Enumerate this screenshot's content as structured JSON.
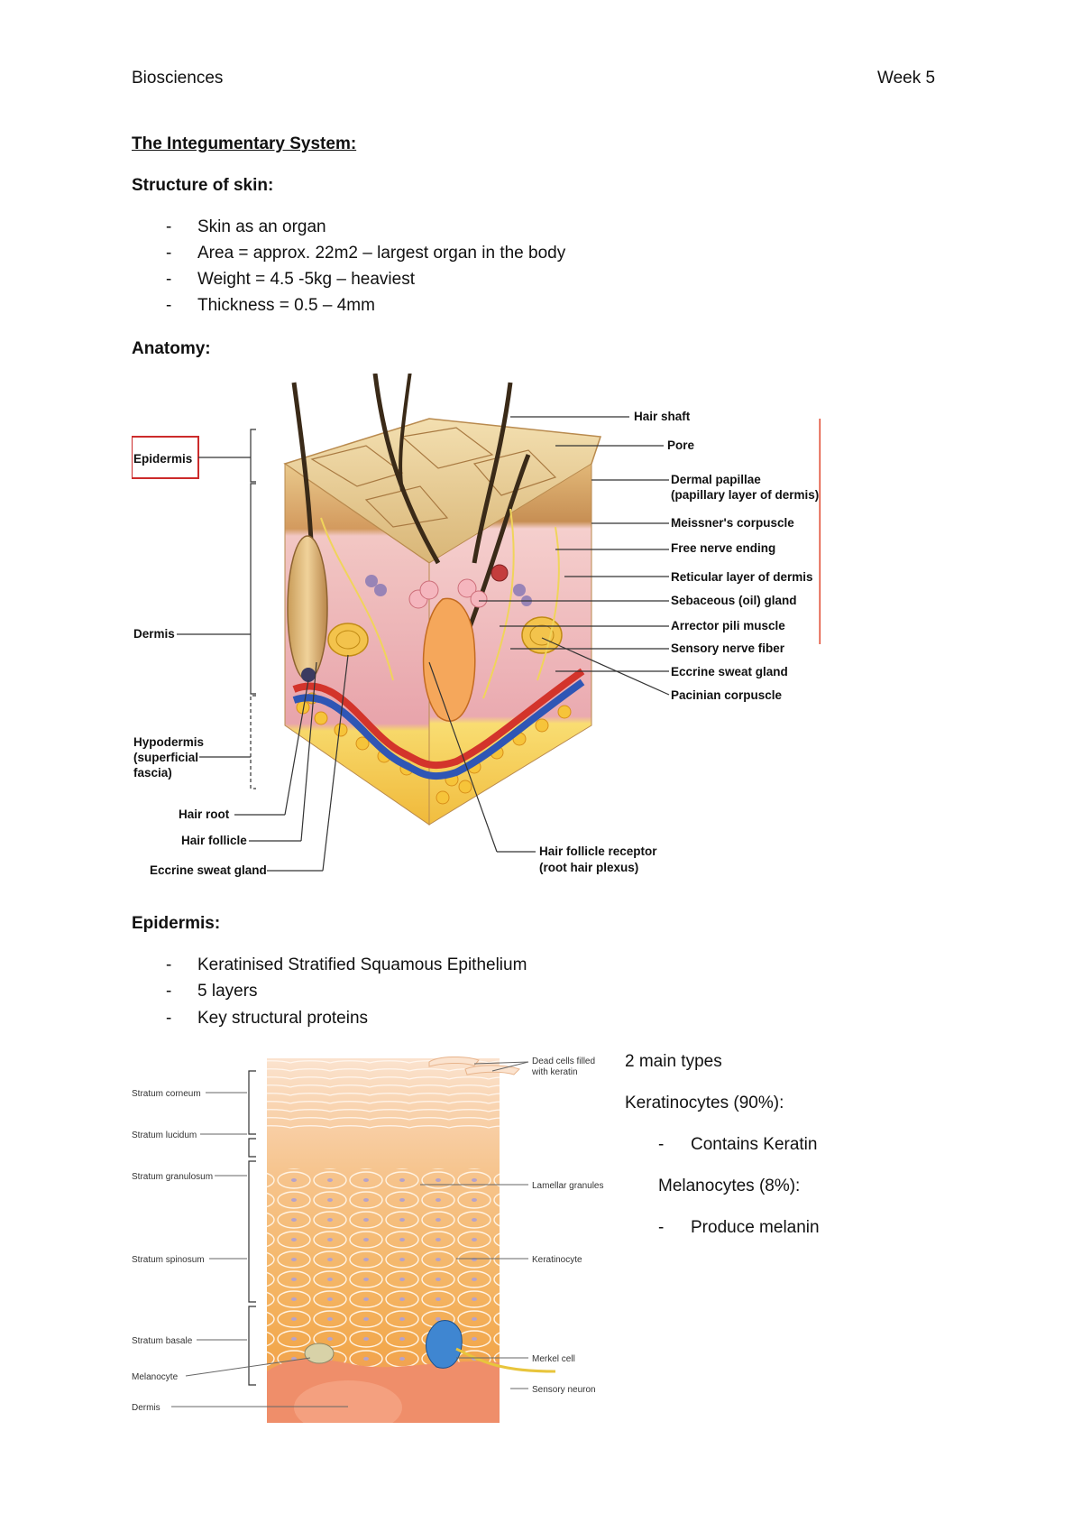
{
  "header": {
    "left": "Biosciences",
    "right": "Week 5"
  },
  "title": "The Integumentary System:",
  "structure": {
    "heading": "Structure of skin:",
    "items": [
      "Skin as an organ",
      "Area = approx. 22m2 – largest organ in the body",
      "Weight = 4.5 -5kg – heaviest",
      "Thickness = 0.5 – 4mm"
    ]
  },
  "anatomy": {
    "heading": "Anatomy:",
    "left_labels": {
      "epidermis": "Epidermis",
      "dermis": "Dermis",
      "hypodermis_1": "Hypodermis",
      "hypodermis_2": "(superficial",
      "hypodermis_3": "fascia)",
      "hair_root": "Hair root",
      "hair_follicle": "Hair follicle",
      "eccrine_sweat_gland": "Eccrine sweat gland"
    },
    "right_labels": [
      "Hair shaft",
      "Pore",
      "Dermal papillae",
      "(papillary layer of dermis)",
      "Meissner's corpuscle",
      "Free nerve ending",
      "Reticular layer of dermis",
      "Sebaceous (oil) gland",
      "Arrector pili muscle",
      "Sensory nerve fiber",
      "Eccrine sweat gland",
      "Pacinian corpuscle"
    ],
    "bottom_labels": {
      "receptor_1": "Hair follicle receptor",
      "receptor_2": "(root hair plexus)"
    }
  },
  "epidermis": {
    "heading": "Epidermis:",
    "items": [
      "Keratinised Stratified Squamous Epithelium",
      "5 layers",
      "Key structural proteins"
    ],
    "figure_left_labels": [
      "Stratum corneum",
      "Stratum lucidum",
      "Stratum granulosum",
      "Stratum spinosum",
      "Stratum basale",
      "Melanocyte",
      "Dermis"
    ],
    "figure_right_labels": {
      "dead_cells_1": "Dead cells filled",
      "dead_cells_2": "with keratin",
      "lamellar": "Lamellar granules",
      "keratinocyte": "Keratinocyte",
      "merkel": "Merkel cell",
      "sensory": "Sensory neuron"
    }
  },
  "cell_types": {
    "intro": "2 main types",
    "keratinocytes": "Keratinocytes (90%):",
    "keratinocytes_item": "Contains Keratin",
    "melanocytes": "Melanocytes (8%):",
    "melanocytes_item": "Produce melanin"
  },
  "dash": "-"
}
